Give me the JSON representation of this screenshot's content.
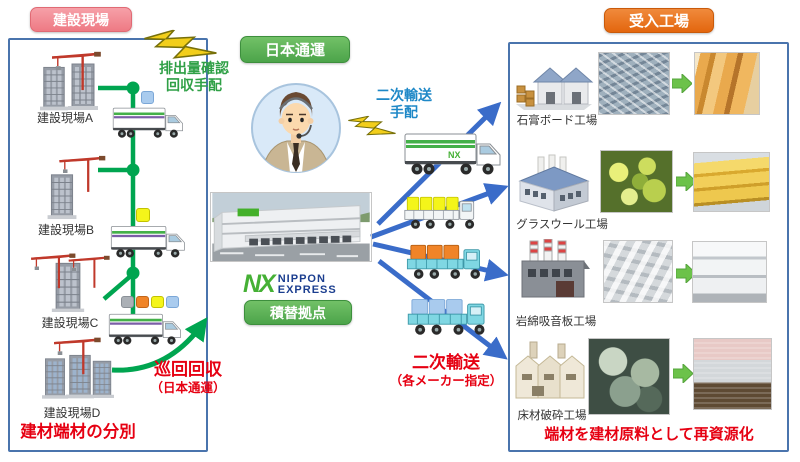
{
  "badges": {
    "construction": "建設現場",
    "nittsu": "日本通運",
    "transfer": "積替拠点",
    "receiving": "受入工場"
  },
  "left_panel": {
    "sites": [
      {
        "label": "建設現場A"
      },
      {
        "label": "建設現場B"
      },
      {
        "label": "建設現場C"
      },
      {
        "label": "建設現場D"
      }
    ],
    "bottom_note": "建材端材の分別"
  },
  "notes": {
    "pickup_green": {
      "line1": "排出量確認",
      "line2": "回収手配"
    },
    "secondary_blue": {
      "line1": "二次輸送",
      "line2": "手配"
    },
    "patrol_red": {
      "line1": "巡回回収",
      "line2": "（日本通運）"
    },
    "secondary_red": {
      "line1": "二次輸送",
      "line2": "（各メーカー指定）"
    }
  },
  "center": {
    "logo_nx": "NX",
    "logo_line1": "NIPPON",
    "logo_line2": "EXPRESS",
    "truck_logo": "NX"
  },
  "right_panel": {
    "factories": [
      {
        "label": "石膏ボード工場"
      },
      {
        "label": "グラスウール工場"
      },
      {
        "label": "岩綿吸音板工場"
      },
      {
        "label": "床材破砕工場"
      }
    ],
    "bottom_note": "端材を建材原料として再資源化"
  },
  "icons": {
    "operator": "operator-avatar-icon",
    "lightning": "lightning-bolt-icon",
    "truck": "truck-icon",
    "building": "building-crane-icon",
    "factory": "factory-icon",
    "warehouse": "warehouse-photo",
    "flow_arrow": "flow-arrow-icon",
    "process_arrow": "green-process-arrow-icon"
  },
  "colors": {
    "pink_badge": "#EE7A84",
    "green_badge": "#4CA44A",
    "orange_badge": "#E3660E",
    "panel_border": "#4A74AD",
    "route_green": "#00A550",
    "arrow_blue": "#3A6CC9",
    "note_red": "#E60012",
    "note_green": "#2FA046",
    "note_blue": "#1E88C7",
    "nx_green": "#45B035",
    "nx_navy": "#1B3E8F",
    "cargo_yellow": "#F4F51A",
    "cargo_orange": "#F08428",
    "cargo_blue": "#A9CBEE",
    "cargo_gray": "#ABB0B6"
  }
}
